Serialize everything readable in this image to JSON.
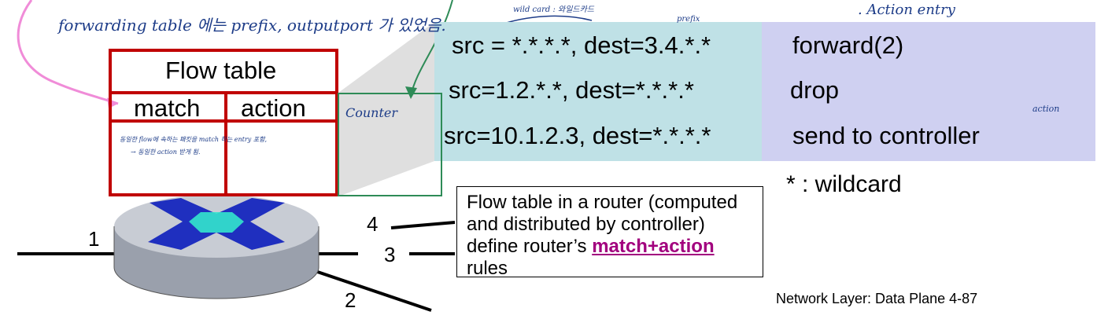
{
  "annotations": {
    "top_left_note": "forwarding table 에는 prefix, outputport 가 있었음.",
    "wildcard_note": "wild card : 와일드카드",
    "prefix_note": "prefix",
    "action_entry_note": ". Action entry",
    "counter_label": "Counter",
    "match_note_line1": "동일한 flow에 속하는 패킷을 match 하는 entry 포함,",
    "match_note_line2": "→ 동일한 action 받게 됨.",
    "action_brace_label": "action"
  },
  "flow_table": {
    "title": "Flow table",
    "col_match": "match",
    "col_action": "action"
  },
  "rules": [
    {
      "match": "src = *.*.*.*, dest=3.4.*.*",
      "action": "forward(2)"
    },
    {
      "match": "src=1.2.*.*, dest=*.*.*.*",
      "action": "drop"
    },
    {
      "match": "src=10.1.2.3, dest=*.*.*.*",
      "action": "send to controller"
    }
  ],
  "wildcard_legend": "* : wildcard",
  "callout": {
    "text_before": "Flow table in a router (computed and distributed by controller) define router’s ",
    "highlight": "match+action",
    "text_after": " rules"
  },
  "ports": [
    "1",
    "2",
    "3",
    "4"
  ],
  "footer": "Network Layer: Data Plane  4-87",
  "colors": {
    "match_bg": "#bfe1e6",
    "action_bg": "#cfd0f1",
    "flow_table_border": "#c00000",
    "highlight": "#a2007e",
    "router_cross": "#1f2fbf",
    "router_cross_fill": "#33e6cc"
  }
}
